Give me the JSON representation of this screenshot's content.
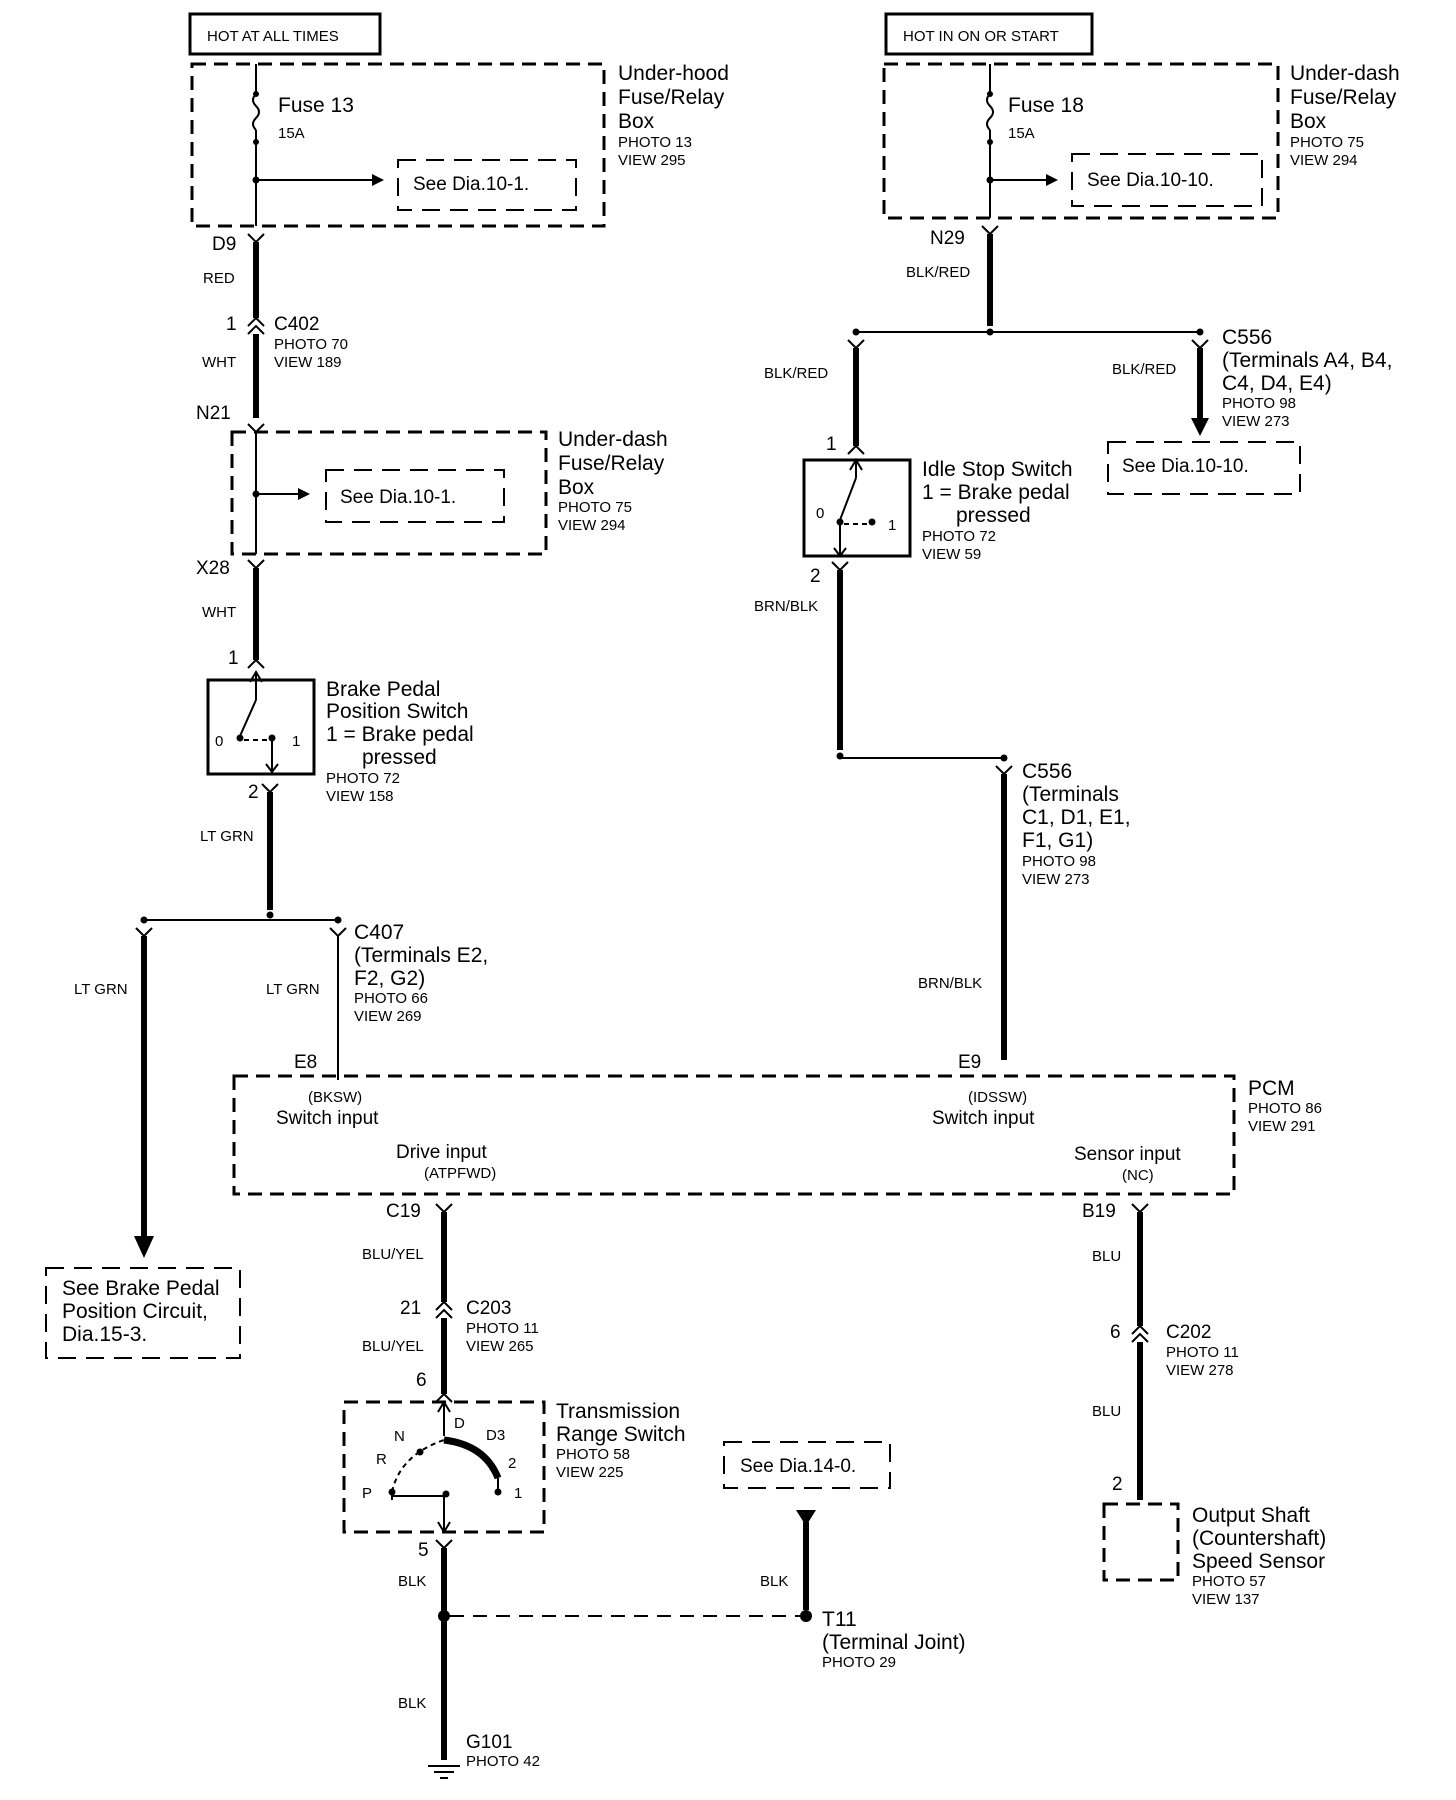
{
  "power": {
    "left_header": "HOT AT ALL TIMES",
    "right_header": "HOT IN ON OR START"
  },
  "left_fuse_box": {
    "fuse": "Fuse 13",
    "rating": "15A",
    "see": "See Dia.10-1.",
    "name": [
      "Under-hood",
      "Fuse/Relay",
      "Box"
    ],
    "photo": "PHOTO 13",
    "view": "VIEW 295",
    "out_terminal": "D9"
  },
  "right_fuse_box": {
    "fuse": "Fuse 18",
    "rating": "15A",
    "see": "See Dia.10-10.",
    "name": [
      "Under-dash",
      "Fuse/Relay",
      "Box"
    ],
    "photo": "PHOTO 75",
    "view": "VIEW 294",
    "out_terminal": "N29"
  },
  "left_branch": {
    "wire_red": "RED",
    "c402_pin": "1",
    "c402": "C402",
    "c402_photo": "PHOTO 70",
    "c402_view": "VIEW 189",
    "wire_wht1": "WHT",
    "n21": "N21",
    "dash_box": {
      "see": "See Dia.10-1.",
      "name": [
        "Under-dash",
        "Fuse/Relay",
        "Box"
      ],
      "photo": "PHOTO 75",
      "view": "VIEW 294"
    },
    "x28": "X28",
    "wire_wht2": "WHT",
    "bpp_pin1": "1",
    "bpp_name": [
      "Brake Pedal",
      "Position Switch",
      "1 = Brake pedal",
      "pressed"
    ],
    "bpp_photo": "PHOTO 72",
    "bpp_view": "VIEW 158",
    "bpp_pin2": "2",
    "switch_0": "0",
    "switch_1": "1",
    "wire_ltgrn": "LT GRN",
    "wire_ltgrn_left": "LT GRN",
    "wire_ltgrn_right": "LT GRN",
    "c407": [
      "C407",
      "(Terminals E2,",
      "F2, G2)"
    ],
    "c407_photo": "PHOTO 66",
    "c407_view": "VIEW 269",
    "see_brake": [
      "See Brake Pedal",
      "Position  Circuit,",
      "Dia.15-3."
    ]
  },
  "right_branch": {
    "wire_blkred": "BLK/RED",
    "wire_blkred_left": "BLK/RED",
    "wire_blkred_right": "BLK/RED",
    "c556a": [
      "C556",
      "(Terminals A4, B4,",
      "C4, D4, E4)"
    ],
    "c556a_photo": "PHOTO 98",
    "c556a_view": "VIEW 273",
    "see_10_10": "See Dia.10-10.",
    "iss_pin1": "1",
    "iss_name": [
      "Idle Stop Switch",
      "1 = Brake pedal",
      "pressed"
    ],
    "iss_photo": "PHOTO 72",
    "iss_view": "VIEW 59",
    "iss_pin2": "2",
    "switch_0": "0",
    "switch_1": "1",
    "wire_brnblk": "BRN/BLK",
    "c556b": [
      "C556",
      "(Terminals",
      "C1, D1, E1,",
      "F1, G1)"
    ],
    "c556b_photo": "PHOTO 98",
    "c556b_view": "VIEW 273",
    "wire_brnblk2": "BRN/BLK"
  },
  "pcm": {
    "e8": "E8",
    "e9": "E9",
    "bksw": "(BKSW)",
    "switch_input_left": "Switch input",
    "idssw": "(IDSSW)",
    "switch_input_right": "Switch input",
    "drive_input": "Drive input",
    "atpfwd": "(ATPFWD)",
    "sensor_input": "Sensor input",
    "nc": "(NC)",
    "name": "PCM",
    "photo": "PHOTO 86",
    "view": "VIEW 291",
    "c19": "C19",
    "b19": "B19"
  },
  "trans_branch": {
    "wire_bluyel1": "BLU/YEL",
    "c203_pin": "21",
    "c203": "C203",
    "c203_photo": "PHOTO 11",
    "c203_view": "VIEW 265",
    "wire_bluyel2": "BLU/YEL",
    "trs_pin6": "6",
    "trs_name": [
      "Transmission",
      "Range Switch"
    ],
    "trs_photo": "PHOTO 58",
    "trs_view": "VIEW 225",
    "positions": {
      "p": "P",
      "r": "R",
      "n": "N",
      "d": "D",
      "d3": "D3",
      "two": "2",
      "one": "1"
    },
    "trs_pin5": "5",
    "wire_blk1": "BLK",
    "see_14": "See Dia.14-0.",
    "wire_blk_t11": "BLK",
    "t11": [
      "T11",
      "(Terminal Joint)"
    ],
    "t11_photo": "PHOTO 29",
    "wire_blk2": "BLK",
    "g101": "G101",
    "g101_photo": "PHOTO 42"
  },
  "sensor_branch": {
    "wire_blu1": "BLU",
    "c202_pin": "6",
    "c202": "C202",
    "c202_photo": "PHOTO 11",
    "c202_view": "VIEW 278",
    "wire_blu2": "BLU",
    "oss_pin": "2",
    "oss_name": [
      "Output Shaft",
      "(Countershaft)",
      "Speed Sensor"
    ],
    "oss_photo": "PHOTO 57",
    "oss_view": "VIEW 137"
  }
}
